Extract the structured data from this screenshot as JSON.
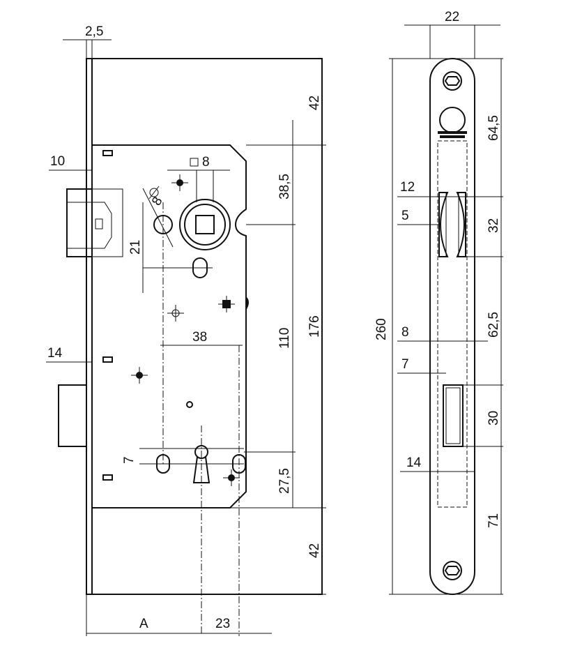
{
  "side_view": {
    "dims": {
      "plate_thickness": "2,5",
      "latch_projection": "10",
      "bolt_projection": "14",
      "top_offset": "42",
      "spindle_to_case_top": "38,5",
      "spindle_to_keyhole": "110",
      "case_height": "176",
      "keyhole_to_case_bottom": "27,5",
      "bottom_offset": "42",
      "spindle_square": "8",
      "screw_hole_dia": "8",
      "spindle_to_hole": "21",
      "hole_spacing": "38",
      "keyhole_slot": "7",
      "backset": "A",
      "keyhole_to_edge": "23"
    }
  },
  "front_view": {
    "dims": {
      "plate_width": "22",
      "plate_height": "260",
      "top_to_latch": "64,5",
      "latch_width": "12",
      "latch_inset": "5",
      "latch_height": "32",
      "latch_to_bolt": "62,5",
      "bolt_gap": "8",
      "bolt_inset": "7",
      "bolt_height": "30",
      "case_width": "14",
      "bolt_to_bottom": "71"
    }
  }
}
